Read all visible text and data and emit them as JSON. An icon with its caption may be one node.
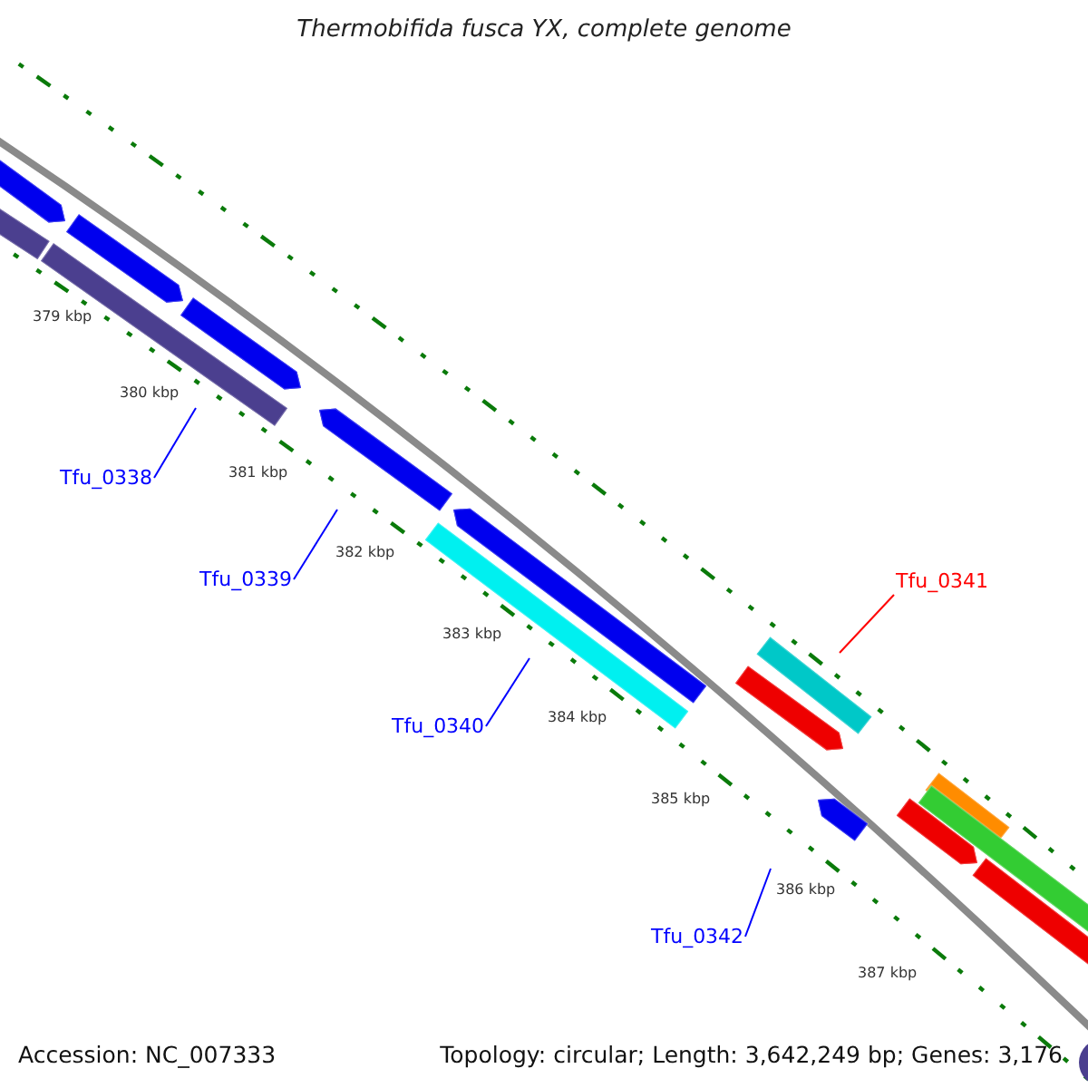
{
  "diagram": {
    "title": "Thermobifida fusca YX, complete genome",
    "nodes": [
      {
        "text": [
          "Tfu_0338"
        ]
      },
      {
        "text": [
          "Tfu_0339"
        ]
      },
      {
        "text": [
          "Tfu_0340"
        ]
      },
      {
        "text": [
          "Tfu_0341"
        ]
      },
      {
        "text": [
          "Tfu_0342"
        ]
      }
    ],
    "edges": [
      {
        "from": 0,
        "to": null,
        "arrow": "none"
      },
      {
        "from": 1,
        "to": null,
        "arrow": "none"
      },
      {
        "from": 2,
        "to": null,
        "arrow": "none"
      },
      {
        "from": 3,
        "to": null,
        "arrow": "none",
        "color": "#ff0000"
      },
      {
        "from": 4,
        "to": null,
        "arrow": "none"
      }
    ],
    "labels": [
      "379 kbp",
      "380 kbp",
      "381 kbp",
      "382 kbp",
      "383 kbp",
      "384 kbp",
      "385 kbp",
      "386 kbp",
      "387 kbp",
      "Accession: NC_007333",
      "Topology: circular; Length: 3,642,249 bp; Genes: 3,176"
    ]
  }
}
